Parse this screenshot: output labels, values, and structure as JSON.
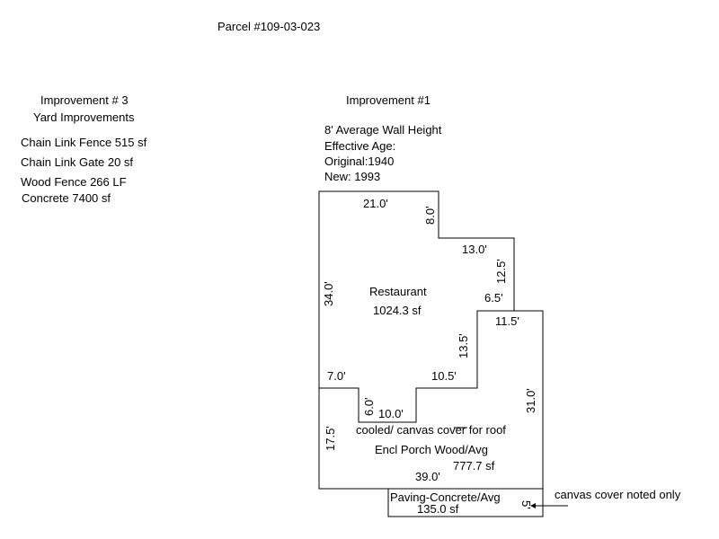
{
  "parcel": "Parcel #109-03-023",
  "improvement3": {
    "title": "Improvement # 3",
    "subtitle": "Yard Improvements",
    "items": [
      "Chain Link Fence  515 sf",
      "Chain Link Gate 20 sf",
      "Wood Fence  266 LF",
      "Concrete  7400 sf"
    ]
  },
  "improvement1": {
    "title": "Improvement #1",
    "details": [
      "8' Average Wall Height",
      "Effective Age:",
      "Original:1940",
      "New: 1993"
    ]
  },
  "restaurant": {
    "name": "Restaurant",
    "area": "1024.3 sf"
  },
  "porch": {
    "note": "cooled/ canvas cover for roof",
    "name": "Encl Porch Wood/Avg",
    "area": "777.7 sf"
  },
  "paving": {
    "name": "Paving-Concrete/Avg",
    "area": "135.0 sf"
  },
  "callout": "canvas cover noted only",
  "dimensions": {
    "top": "21.0'",
    "notch_drop": "8.0'",
    "step_top": "13.0'",
    "step_drop": "12.5'",
    "step_in": "6.5'",
    "right_top": "11.5'",
    "left_wall": "34.0'",
    "inner_drop": "13.5'",
    "left_step": "7.0'",
    "mid_step": "10.5'",
    "notch_depth": "6.0'",
    "notch_width": "10.0'",
    "right_wall": "31.0'",
    "porch_left": "17.5'",
    "porch_bottom": "39.0'",
    "paving_side": "5'"
  }
}
